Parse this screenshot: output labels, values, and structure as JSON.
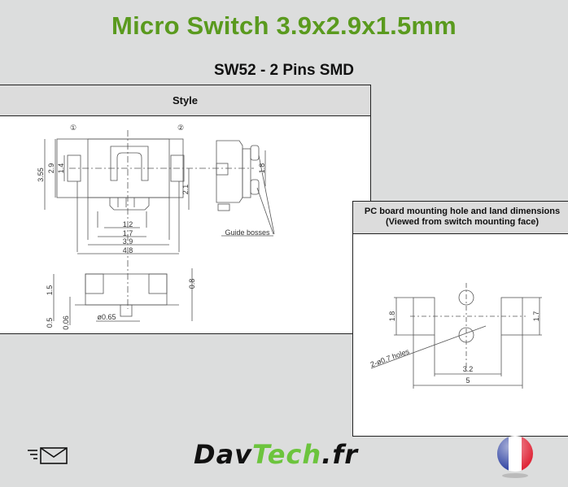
{
  "page": {
    "title": "Micro Switch 3.9x2.9x1.5mm",
    "subtitle": "SW52 - 2 Pins SMD",
    "title_color": "#5a9a1e"
  },
  "style_panel": {
    "header": "Style",
    "labels": {
      "pin1": "①",
      "pin2": "②",
      "h_355": "3.55",
      "h_29": "2.9",
      "h_14": "1.4",
      "h_21": "2.1",
      "h_18": "1.8",
      "w_12": "1.2",
      "w_17": "1.7",
      "w_39": "3.9",
      "w_48": "4.8",
      "guide": "Guide bosses",
      "h_15": "1.5",
      "h_08": "0.8",
      "h_05": "0.5",
      "h_006": "0.06",
      "dia": "ø0.65"
    }
  },
  "pcb_panel": {
    "header_line1": "PC board mounting hole and land dimensions",
    "header_line2": "(Viewed from switch mounting face)",
    "labels": {
      "h_18": "1.8",
      "h_17": "1.7",
      "holes": "2-ø0.7 holes",
      "w_32": "3.2",
      "w_5": "5"
    }
  },
  "footer": {
    "mail_icon": "mail-icon",
    "logo_part1": "Dav",
    "logo_part2": "Tech",
    "logo_part3": ".fr",
    "flag_icon": "french-flag-icon"
  }
}
